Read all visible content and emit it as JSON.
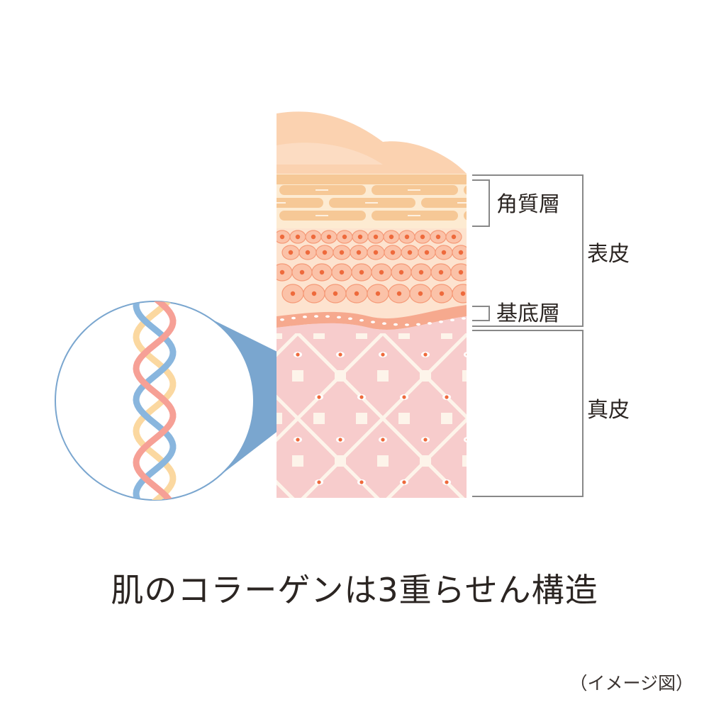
{
  "labels": {
    "stratum_corneum": "角質層",
    "epidermis": "表皮",
    "basal_layer": "基底層",
    "dermis": "真皮"
  },
  "caption": "肌のコラーゲンは3重らせん構造",
  "note": "（イメージ図）",
  "colors": {
    "surface": "#fbd2b0",
    "stratum_corneum": "#f6c896",
    "epidermis_cells": "#fbc2a8",
    "cell_nucleus": "#ee6a3c",
    "dermis": "#f7cccc",
    "collagen_fiber": "#fdf4ea",
    "magnifier": "#7aa6cf",
    "helix_red": "#f6a096",
    "helix_blue": "#89b6de",
    "helix_yellow": "#fbd8a0",
    "bracket": "#888888"
  }
}
